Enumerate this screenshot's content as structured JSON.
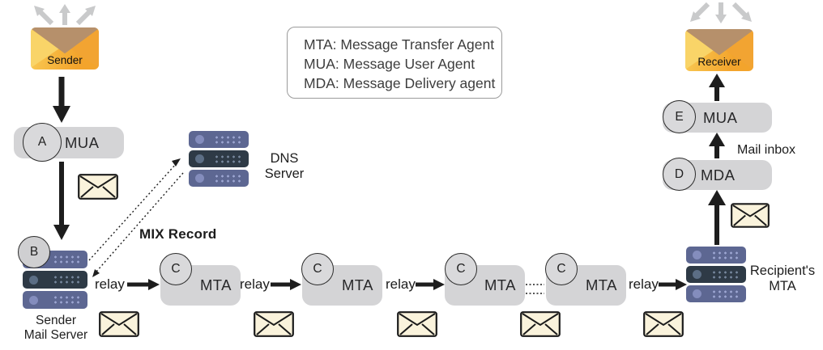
{
  "legend": {
    "lines": [
      "MTA: Message Transfer Agent",
      "MUA: Message User Agent",
      "MDA: Message Delivery agent"
    ]
  },
  "sender": {
    "label": "Sender"
  },
  "receiver": {
    "label": "Receiver"
  },
  "left_chain": {
    "mua_badge": "A",
    "mua_label": "MUA",
    "server_badge": "B",
    "server_label_1": "Sender",
    "server_label_2": "Mail Server"
  },
  "dns": {
    "label_1": "DNS",
    "label_2": "Server",
    "mix_record_label": "MIX Record"
  },
  "mta_chain": {
    "relay_labels": [
      "relay",
      "relay",
      "relay",
      "relay"
    ],
    "boxes": [
      {
        "badge": "C",
        "label": "MTA"
      },
      {
        "badge": "C",
        "label": "MTA"
      },
      {
        "badge": "C",
        "label": "MTA"
      },
      {
        "badge": "C",
        "label": "MTA"
      }
    ]
  },
  "recipient": {
    "server_label_1": "Recipient's",
    "server_label_2": "MTA",
    "mda_badge": "D",
    "mda_label": "MDA",
    "mua_badge": "E",
    "mua_label": "MUA",
    "mail_inbox_label": "Mail inbox"
  },
  "colors": {
    "pill_gray": "#d4d4d6",
    "badge_gray": "#d9d9db",
    "server_light": "#5d6792",
    "server_dark": "#2e3a46",
    "envelope_orange": "#f3a42c",
    "envelope_yellow": "#f9d468",
    "envelope_flap": "#b6906b",
    "mail_cream": "#faf3dc",
    "arrow_black": "#1d1d1d",
    "arrow_gray": "#c9cacb"
  }
}
